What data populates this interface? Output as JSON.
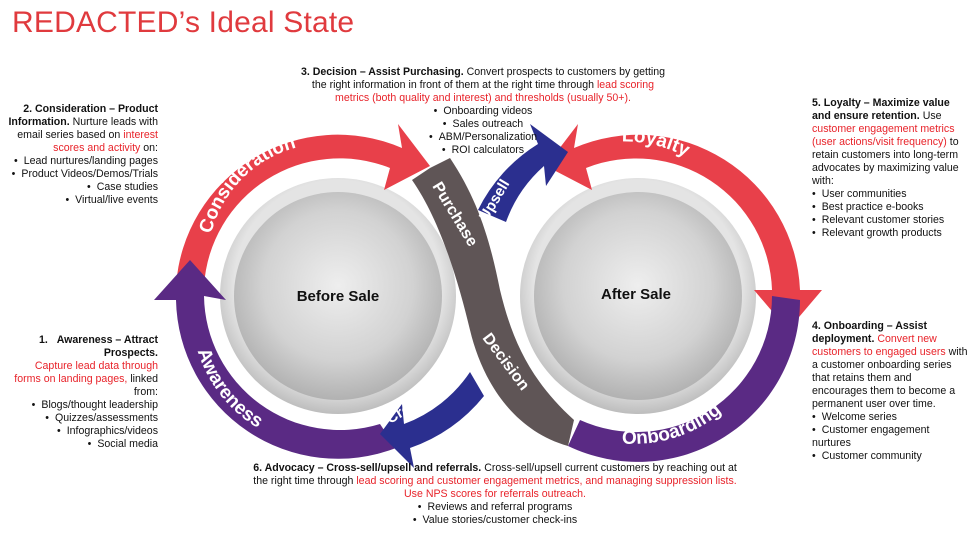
{
  "title": "REDACTED’s Ideal State",
  "circles": {
    "left": "Before Sale",
    "right": "After Sale"
  },
  "arcs": {
    "consideration": "Consideration",
    "awareness": "Awareness",
    "loyalty": "Loyalty",
    "onboarding": "Onboarding",
    "purchase": "Purchase",
    "decision": "Decision",
    "upsell": "Upsell",
    "crosssell": "Cross-Sell"
  },
  "colors": {
    "red": "#e8404a",
    "purple": "#5a2a84",
    "gray": "#5f5556",
    "blue": "#2b2f8f",
    "title": "#e03a3e"
  },
  "stage1": {
    "heading": "Awareness – Attract Prospects.",
    "number": "1.",
    "red": "Capture lead data through forms on landing pages,",
    "text": "linked from:",
    "items": [
      "Blogs/thought leadership",
      "Quizzes/assessments",
      "Infographics/videos",
      "Social media"
    ]
  },
  "stage2": {
    "heading": "2. Consideration – Product Information.",
    "text1": "Nurture leads with email series based on",
    "red": "interest scores and activity",
    "text2": "on:",
    "items": [
      "Lead nurtures/landing pages",
      "Product Videos/Demos/Trials",
      "Case studies",
      "Virtual/live events"
    ]
  },
  "stage3": {
    "heading": "3. Decision – Assist Purchasing.",
    "text1": "Convert prospects to customers by getting the right information in front of them at the right time through",
    "red": "lead scoring metrics (both quality and interest) and thresholds (usually 50+).",
    "items": [
      "Onboarding videos",
      "Sales outreach",
      "ABM/Personalization",
      "ROI calculators"
    ]
  },
  "stage4": {
    "heading": "4. Onboarding – Assist deployment.",
    "red": "Convert new customers to engaged users",
    "text": "with a customer onboarding series that retains them and encourages them to become a permanent user over time.",
    "items": [
      "Welcome series",
      "Customer engagement nurtures",
      "Customer community"
    ]
  },
  "stage5": {
    "heading": "5. Loyalty – Maximize value and ensure retention.",
    "text1": "Use",
    "red": "customer engagement metrics (user actions/visit frequency)",
    "text2": "to retain customers into long-term advocates by maximizing value with:",
    "items": [
      "User communities",
      "Best practice e-books",
      "Relevant customer stories",
      "Relevant growth products"
    ]
  },
  "stage6": {
    "heading": "6. Advocacy – Cross-sell/upsell and referrals.",
    "text1": "Cross-sell/upsell current customers by reaching out at the right time through",
    "red": "lead scoring and customer engagement metrics, and managing suppression lists. Use NPS scores for referrals outreach.",
    "items": [
      "Reviews and referral programs",
      "Value stories/customer check-ins"
    ]
  }
}
